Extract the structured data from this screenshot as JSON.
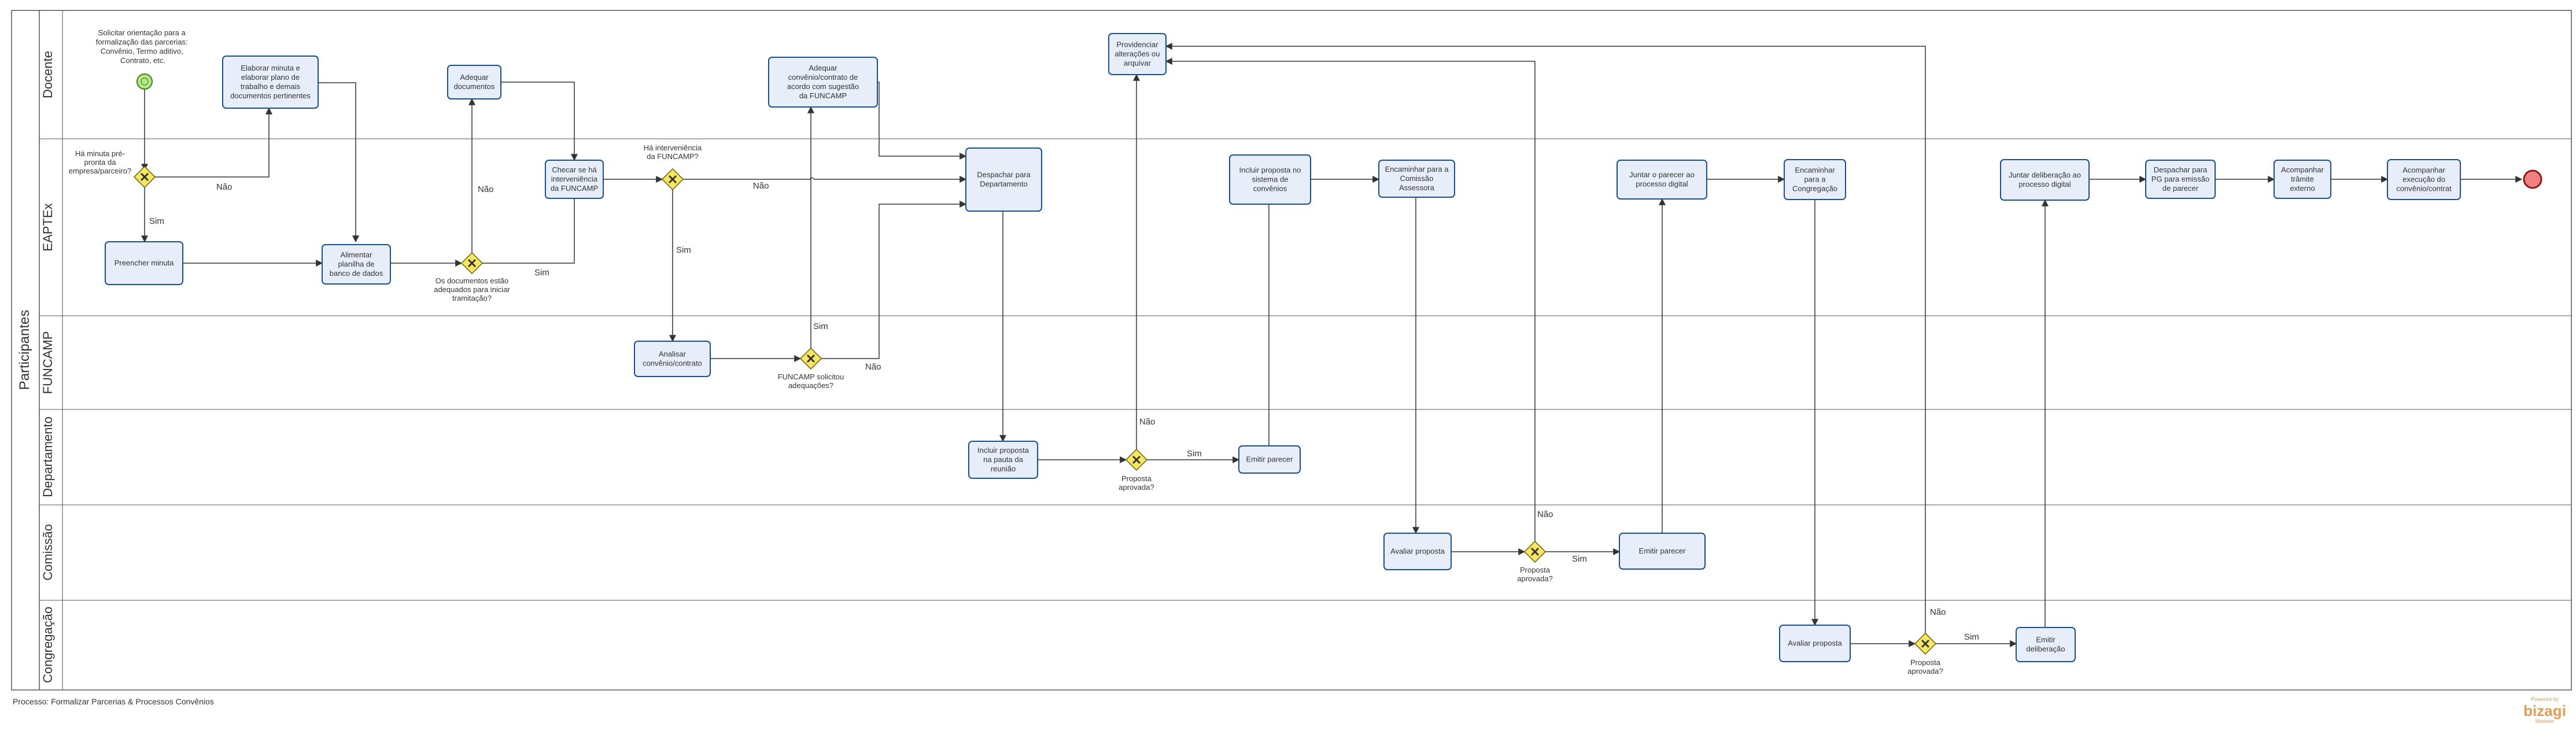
{
  "pool": {
    "label": "Participantes"
  },
  "lanes": [
    {
      "id": "docente",
      "label": "Docente"
    },
    {
      "id": "eaptex",
      "label": "EAPTEx"
    },
    {
      "id": "funcamp",
      "label": "FUNCAMP"
    },
    {
      "id": "departamento",
      "label": "Departamento"
    },
    {
      "id": "comissao",
      "label": "Comissão"
    },
    {
      "id": "congregacao",
      "label": "Congregação"
    }
  ],
  "start_event": {
    "label": [
      "Solicitar orientação para a",
      "formalização das parcerias:",
      "Convênio, Termo aditivo,",
      "Contrato, etc."
    ]
  },
  "tasks": [
    {
      "id": "t_elaborar",
      "lines": [
        "Elaborar minuta e",
        "elaborar plano de",
        "trabalho e demais",
        "documentos pertinentes"
      ]
    },
    {
      "id": "t_adequar_docs",
      "lines": [
        "Adequar",
        "documentos"
      ]
    },
    {
      "id": "t_adequar_conv",
      "lines": [
        "Adequar",
        "convênio/contrato de",
        "acordo com sugestão",
        "da FUNCAMP"
      ]
    },
    {
      "id": "t_providenciar",
      "lines": [
        "Providenciar",
        "alterações ou",
        "arquivar"
      ]
    },
    {
      "id": "t_preencher",
      "lines": [
        "Preencher minuta"
      ]
    },
    {
      "id": "t_alimentar",
      "lines": [
        "Alimentar",
        "planilha de",
        "banco de dados"
      ]
    },
    {
      "id": "t_checar",
      "lines": [
        "Checar se há",
        "interveniência",
        "da FUNCAMP"
      ]
    },
    {
      "id": "t_despachar",
      "lines": [
        "Despachar para",
        "Departamento"
      ]
    },
    {
      "id": "t_incluir_sist",
      "lines": [
        "Incluir proposta no",
        "sistema de",
        "convênios"
      ]
    },
    {
      "id": "t_encaminhar_com",
      "lines": [
        "Encaminhar para a",
        "Comissão",
        "Assessora"
      ]
    },
    {
      "id": "t_juntar_parecer",
      "lines": [
        "Juntar o parecer ao",
        "processo digital"
      ]
    },
    {
      "id": "t_encaminhar_cong",
      "lines": [
        "Encaminhar",
        "para a",
        "Congregação"
      ]
    },
    {
      "id": "t_juntar_delib",
      "lines": [
        "Juntar deliberação ao",
        "processo digital"
      ]
    },
    {
      "id": "t_despachar_pg",
      "lines": [
        "Despachar para",
        "PG para emissão",
        "de parecer"
      ]
    },
    {
      "id": "t_acomp_tramite",
      "lines": [
        "Acompanhar",
        "trâmite",
        "externo"
      ]
    },
    {
      "id": "t_acomp_exec",
      "lines": [
        "Acompanhar",
        "execução do",
        "convênio/contrat"
      ]
    },
    {
      "id": "t_analisar",
      "lines": [
        "Analisar",
        "convênio/contrato"
      ]
    },
    {
      "id": "t_incluir_pauta",
      "lines": [
        "Incluir proposta",
        "na pauta da",
        "reunião"
      ]
    },
    {
      "id": "t_emitir_dep",
      "lines": [
        "Emitir parecer"
      ]
    },
    {
      "id": "t_avaliar_com",
      "lines": [
        "Avaliar proposta"
      ]
    },
    {
      "id": "t_emitir_com",
      "lines": [
        "Emitir parecer"
      ]
    },
    {
      "id": "t_avaliar_cong",
      "lines": [
        "Avaliar proposta"
      ]
    },
    {
      "id": "t_emitir_delib",
      "lines": [
        "Emitir",
        "deliberação"
      ]
    }
  ],
  "gateways": [
    {
      "id": "g_minuta",
      "lines": [
        "Há minuta pré-",
        "pronta da",
        "empresa/parceiro?"
      ]
    },
    {
      "id": "g_docs",
      "lines": [
        "Os documentos estão",
        "adequados para iniciar",
        "tramitação?"
      ]
    },
    {
      "id": "g_interv",
      "lines": [
        "Há interveniência",
        "da FUNCAMP?"
      ]
    },
    {
      "id": "g_funcamp",
      "lines": [
        "FUNCAMP solicitou",
        "adequações?"
      ]
    },
    {
      "id": "g_dep",
      "lines": [
        "Proposta",
        "aprovada?"
      ]
    },
    {
      "id": "g_com",
      "lines": [
        "Proposta",
        "aprovada?"
      ]
    },
    {
      "id": "g_cong",
      "lines": [
        "Proposta",
        "aprovada?"
      ]
    }
  ],
  "flow_labels": {
    "sim": "Sim",
    "nao": "Não"
  },
  "footer": {
    "process": "Processo: Formalizar Parcerias & Processos Convênios"
  },
  "branding": {
    "powered_by": "Powered by",
    "brand": "bizagi",
    "edition": "Modeler"
  },
  "colors": {
    "task_fill": "#e8eef9",
    "task_stroke": "#1b4f8c",
    "gateway_fill": "#f5e663",
    "start_fill": "#b8e986",
    "end_fill": "#f08080",
    "lane_line": "#555555",
    "flow": "#333333",
    "brand": "#e39b55"
  }
}
